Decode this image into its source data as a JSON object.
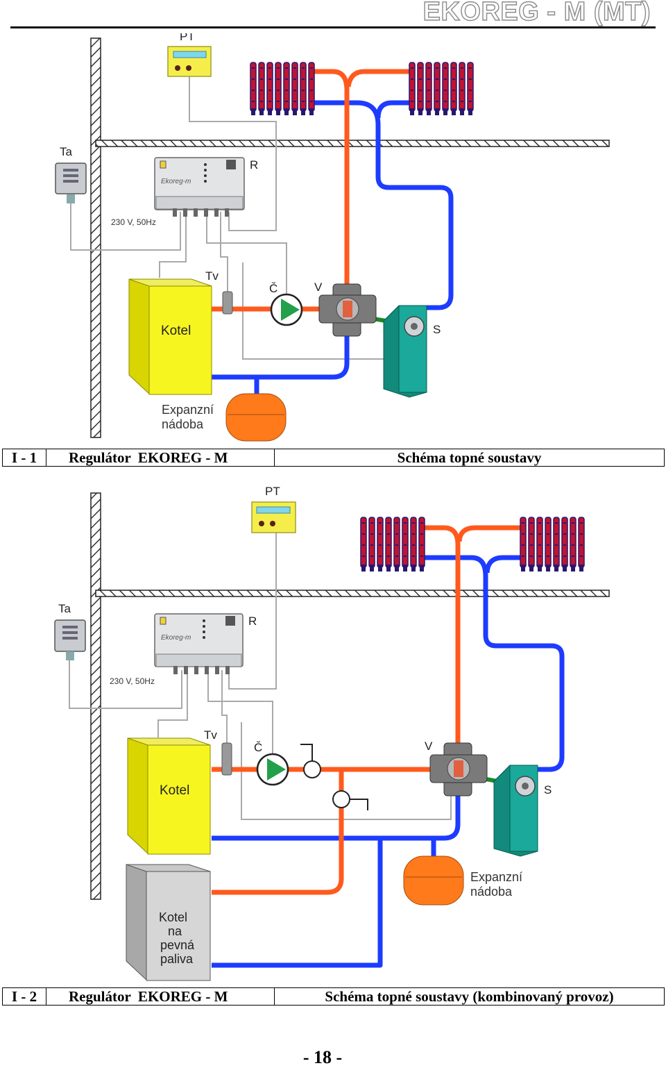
{
  "header": {
    "brand": "EKOREG - M (MT)"
  },
  "diagram1": {
    "labels": {
      "pt": "PT",
      "ta": "Ta",
      "r": "R",
      "supply": "230 V, 50Hz",
      "tv": "Tv",
      "c": "Č",
      "v": "V",
      "s": "S",
      "boiler": "Kotel",
      "exp1": "Expanzní",
      "exp2": "nádoba"
    },
    "caption": {
      "id": "I - 1",
      "name": "Regulátor  EKOREG - M",
      "desc": "Schéma topné soustavy"
    }
  },
  "diagram2": {
    "labels": {
      "pt": "PT",
      "ta": "Ta",
      "r": "R",
      "supply": "230 V, 50Hz",
      "tv": "Tv",
      "c": "Č",
      "v": "V",
      "s": "S",
      "boiler": "Kotel",
      "exp1": "Expanzní",
      "exp2": "nádoba",
      "solid1": "Kotel",
      "solid2": "na",
      "solid3": "pevná",
      "solid4": "paliva"
    },
    "caption": {
      "id": "I - 2",
      "name": "Regulátor  EKOREG - M",
      "desc": "Schéma topné soustavy (kombinovaný provoz)"
    }
  },
  "footer": {
    "page": "- 18 -"
  },
  "colors": {
    "supply_pipe": "#ff5a1e",
    "return_pipe": "#1d3cff",
    "boiler": "#f7f520",
    "actuator": "#1aa99a"
  }
}
